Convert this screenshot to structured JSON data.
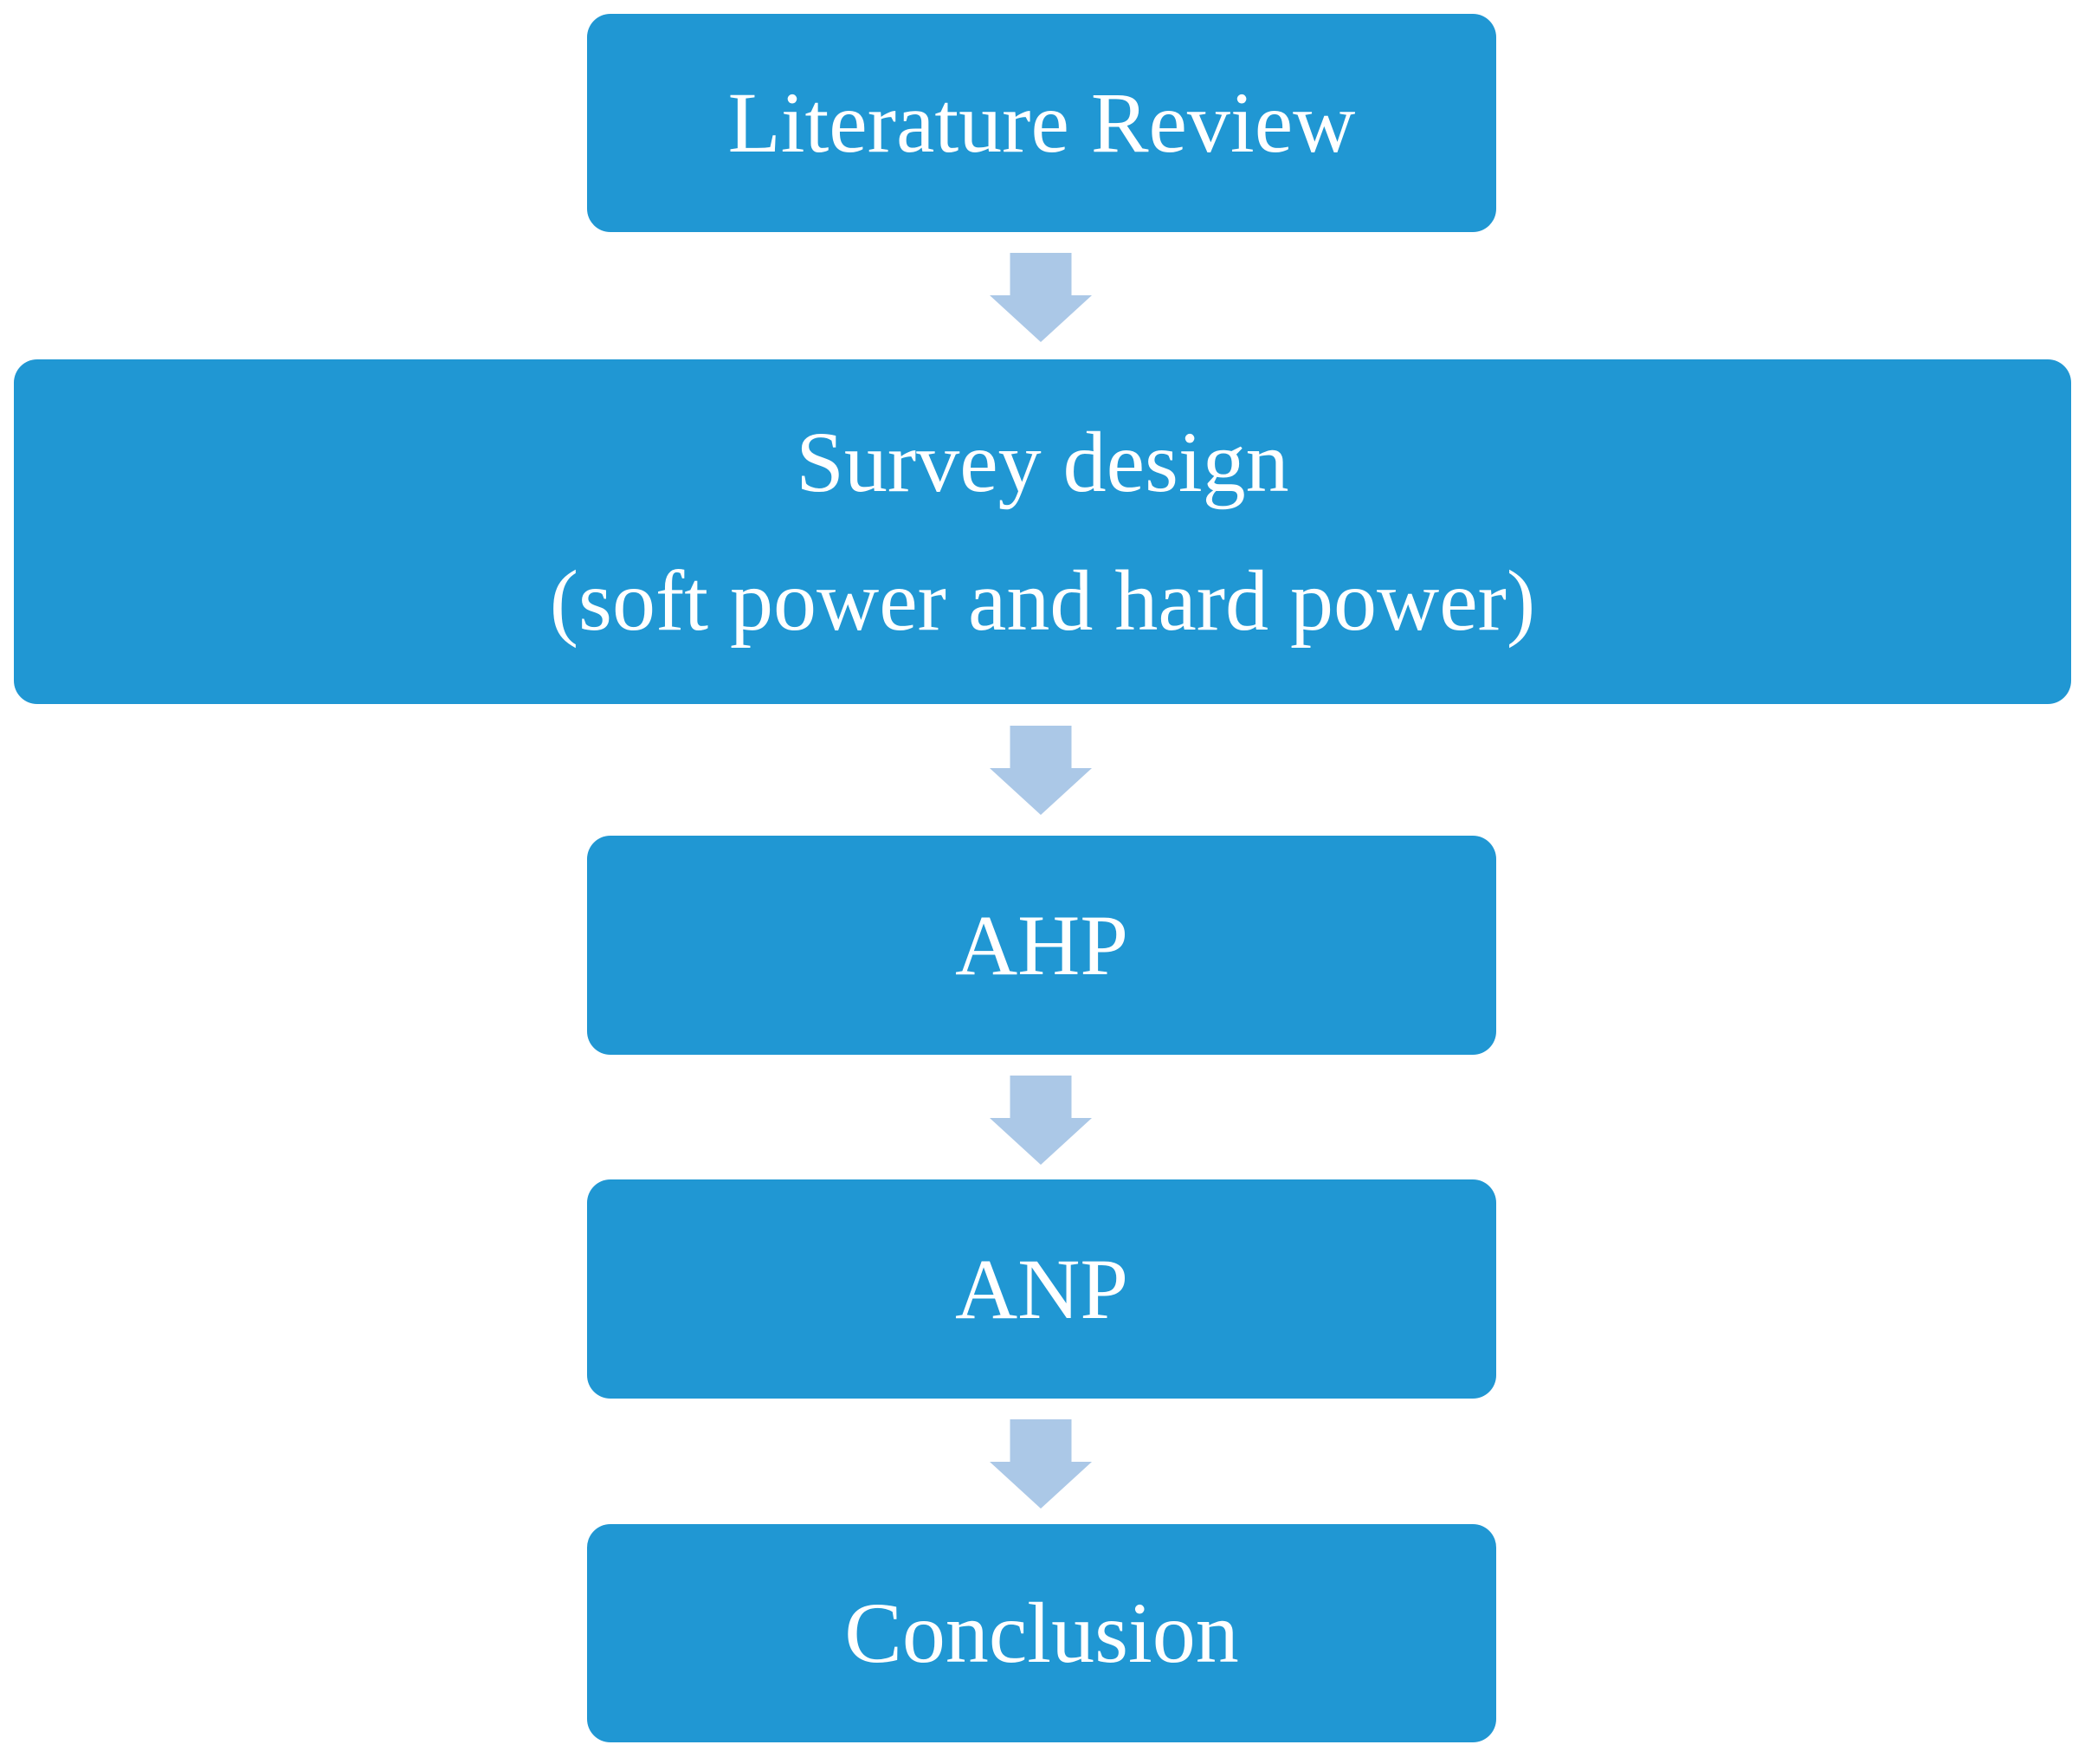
{
  "diagram": {
    "type": "flowchart",
    "direction": "top-to-bottom"
  },
  "colors": {
    "box_fill": "#2097d3",
    "arrow_fill": "#abc8e7",
    "text": "#ffffff",
    "background": "#ffffff"
  },
  "steps": [
    {
      "name": "literature-review",
      "lines": [
        "Literature Review"
      ]
    },
    {
      "name": "survey-design",
      "lines": [
        "Survey design",
        "(soft power and hard power)"
      ]
    },
    {
      "name": "ahp",
      "lines": [
        "AHP"
      ]
    },
    {
      "name": "anp",
      "lines": [
        "ANP"
      ]
    },
    {
      "name": "conclusion",
      "lines": [
        "Conclusion"
      ]
    }
  ],
  "connectors": [
    {
      "from": "literature-review",
      "to": "survey-design",
      "direction": "down",
      "icon": "down-arrow-icon"
    },
    {
      "from": "survey-design",
      "to": "ahp",
      "direction": "down",
      "icon": "down-arrow-icon"
    },
    {
      "from": "ahp",
      "to": "anp",
      "direction": "down",
      "icon": "down-arrow-icon"
    },
    {
      "from": "anp",
      "to": "conclusion",
      "direction": "down",
      "icon": "down-arrow-icon"
    }
  ]
}
